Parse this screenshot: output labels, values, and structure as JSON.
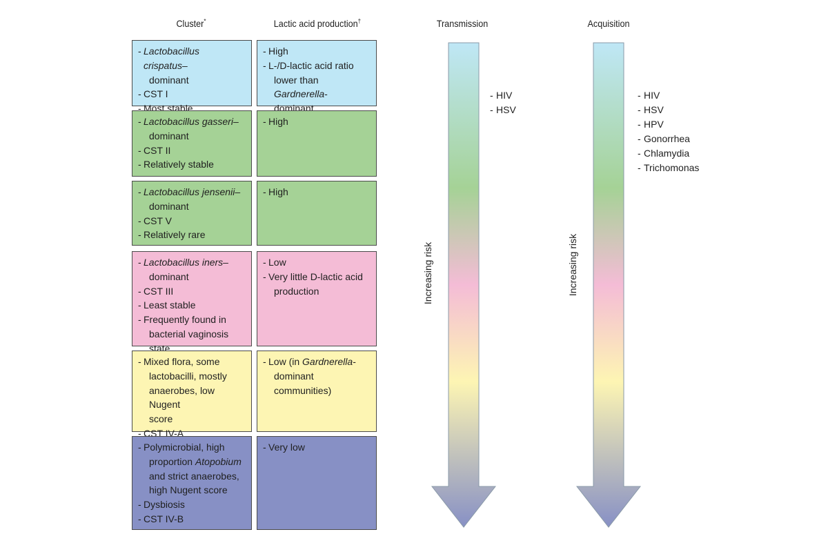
{
  "headers": {
    "cluster": "Cluster",
    "cluster_mark": "*",
    "lactic": "Lactic acid production",
    "lactic_mark": "†",
    "transmission": "Transmission",
    "acquisition": "Acquisition"
  },
  "rows": [
    {
      "color": "#bfe7f6",
      "cluster": [
        {
          "pre": "",
          "it": "Lactobacillus crispatus",
          "post": "–"
        },
        {
          "pre": "dominant",
          "cont": true
        },
        {
          "pre": "CST I"
        },
        {
          "pre": "Most stable"
        }
      ],
      "lactic": [
        {
          "pre": "High"
        },
        {
          "pre": "L-/D-lactic acid ratio"
        },
        {
          "pre": "lower than ",
          "it": "Gardnerella",
          "post": "-",
          "cont": true
        },
        {
          "pre": "dominant communities",
          "cont": true
        }
      ]
    },
    {
      "color": "#a5d296",
      "cluster": [
        {
          "pre": "",
          "it": "Lactobacillus gasseri",
          "post": "–"
        },
        {
          "pre": "dominant",
          "cont": true
        },
        {
          "pre": "CST II"
        },
        {
          "pre": "Relatively stable"
        }
      ],
      "lactic": [
        {
          "pre": "High"
        }
      ]
    },
    {
      "color": "#a5d296",
      "cluster": [
        {
          "pre": "",
          "it": "Lactobacillus jensenii",
          "post": "–"
        },
        {
          "pre": "dominant",
          "cont": true
        },
        {
          "pre": "CST V"
        },
        {
          "pre": "Relatively rare"
        }
      ],
      "lactic": [
        {
          "pre": "High"
        }
      ]
    },
    {
      "color": "#f4bcd6",
      "cluster": [
        {
          "pre": "",
          "it": "Lactobacillus iners",
          "post": "–"
        },
        {
          "pre": "dominant",
          "cont": true
        },
        {
          "pre": "CST III"
        },
        {
          "pre": "Least stable"
        },
        {
          "pre": "Frequently found in"
        },
        {
          "pre": "bacterial vaginosis state",
          "cont": true
        }
      ],
      "lactic": [
        {
          "pre": "Low"
        },
        {
          "pre": "Very little D-lactic acid"
        },
        {
          "pre": "production",
          "cont": true
        }
      ]
    },
    {
      "color": "#fdf5b3",
      "cluster": [
        {
          "pre": "Mixed flora, some"
        },
        {
          "pre": "lactobacilli, mostly",
          "cont": true
        },
        {
          "pre": "anaerobes, low Nugent",
          "cont": true
        },
        {
          "pre": "score",
          "cont": true
        },
        {
          "pre": "CST IV-A"
        }
      ],
      "lactic": [
        {
          "pre": "Low (in ",
          "it": "Gardnerella",
          "post": "-"
        },
        {
          "pre": "dominant communities)",
          "cont": true
        }
      ]
    },
    {
      "color": "#8790c5",
      "cluster": [
        {
          "pre": "Polymicrobial, high"
        },
        {
          "pre": "proportion ",
          "it": "Atopobium",
          "post": "",
          "cont": true
        },
        {
          "pre": "and strict anaerobes,",
          "cont": true
        },
        {
          "pre": "high Nugent score",
          "cont": true
        },
        {
          "pre": "Dysbiosis"
        },
        {
          "pre": "CST IV-B"
        }
      ],
      "lactic": [
        {
          "pre": "Very low"
        }
      ]
    }
  ],
  "transmission": {
    "risk_label": "Increasing risk",
    "agents": [
      "HIV",
      "HSV"
    ]
  },
  "acquisition": {
    "risk_label": "Increasing risk",
    "agents": [
      "HIV",
      "HSV",
      "HPV",
      "Gonorrhea",
      "Chlamydia",
      "Trichomonas"
    ]
  },
  "gradient_colors": [
    "#bfe7f6",
    "#a5d296",
    "#f4bcd6",
    "#fdf5b3",
    "#8790c5"
  ]
}
